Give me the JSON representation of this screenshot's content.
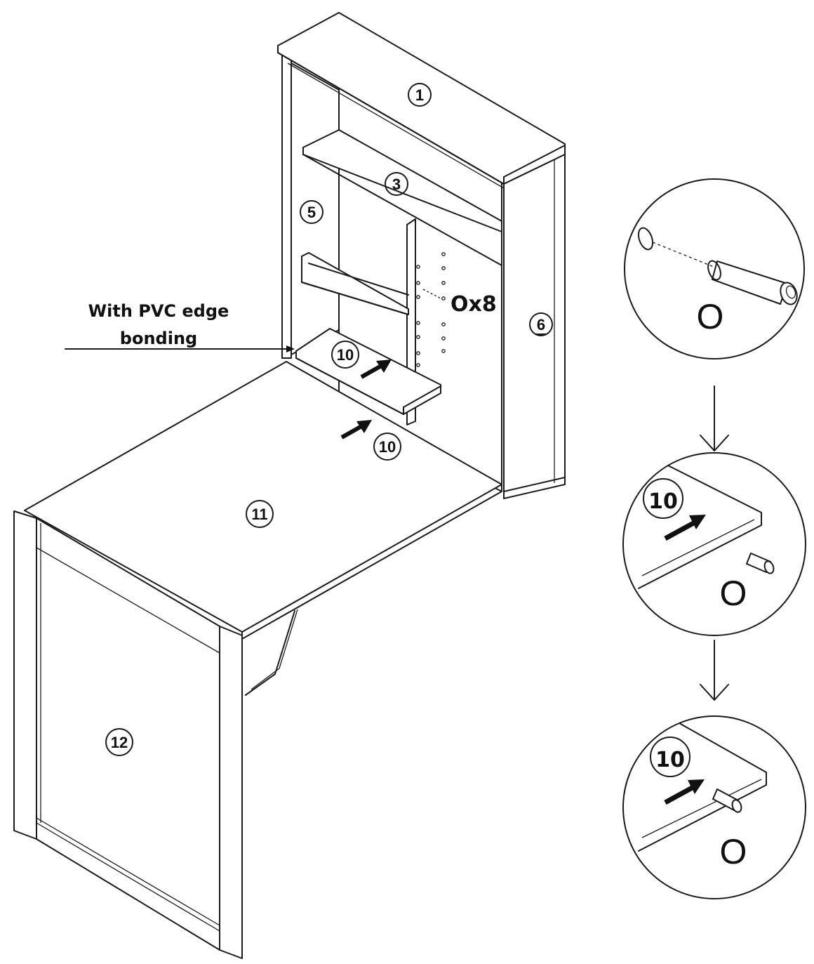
{
  "parts": {
    "p1": "1",
    "p3": "3",
    "p5": "5",
    "p6": "6",
    "p10a": "10",
    "p10b": "10",
    "p11": "11",
    "p12": "12"
  },
  "callout": {
    "line1": "With PVC edge",
    "line2": "bonding"
  },
  "hardware": {
    "dowel_count": "Ox8"
  },
  "details": [
    {
      "part": "",
      "pin": "O"
    },
    {
      "part": "10",
      "pin": "O"
    },
    {
      "part": "10",
      "pin": "O"
    }
  ]
}
